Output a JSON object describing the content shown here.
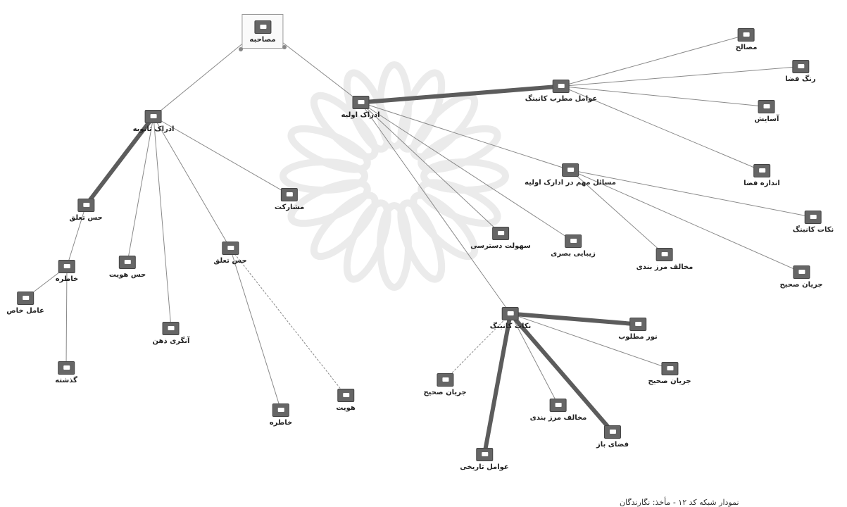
{
  "caption": "نمودار شبکه کد ۱۲ - مأخذ: نگارندگان",
  "colors": {
    "edge_thin": "#8a8a8a",
    "edge_thick": "#5c5c5c",
    "node_icon": "#666666",
    "watermark": "#dcdcdc"
  },
  "nodes": {
    "root": {
      "label": "مصاحبه",
      "icon": "node-icon"
    },
    "secondary": {
      "label": "ادراک ثانویه",
      "icon": "node-icon"
    },
    "primary": {
      "label": "ادراک اولیه",
      "icon": "node-icon"
    },
    "attract": {
      "label": "عوامل مطرب کانبنگ",
      "icon": "node-icon"
    },
    "materials": {
      "label": "مصالح",
      "icon": "node-icon"
    },
    "space_color": {
      "label": "رنگ فضا",
      "icon": "node-icon"
    },
    "comfort": {
      "label": "آسایش",
      "icon": "node-icon"
    },
    "space_size": {
      "label": "اندازه فضا",
      "icon": "node-icon"
    },
    "important": {
      "label": "مسائل مهم در ادارک اولیه",
      "icon": "node-icon"
    },
    "kanbang_points": {
      "label": "نکات کانبنگ",
      "icon": "node-icon"
    },
    "soft_flow": {
      "label": "جریان صحیح",
      "icon": "node-icon"
    },
    "border_violation": {
      "label": "مخالف مرز بندی",
      "icon": "node-icon"
    },
    "access": {
      "label": "سهولت دسترسی",
      "icon": "node-icon"
    },
    "visual_beauty": {
      "label": "زیبایی بصری",
      "icon": "node-icon"
    },
    "participation": {
      "label": "مشارکت",
      "icon": "node-icon"
    },
    "belonging_a": {
      "label": "حس تعلق",
      "icon": "node-icon"
    },
    "memory_a": {
      "label": "خاطره",
      "icon": "node-icon"
    },
    "special_event": {
      "label": "عامل خاص",
      "icon": "node-icon"
    },
    "past": {
      "label": "گذشته",
      "icon": "node-icon"
    },
    "identity_sense": {
      "label": "حس هویت",
      "icon": "node-icon"
    },
    "nostalgia": {
      "label": "آنگری ذهن",
      "icon": "node-icon"
    },
    "belonging_b": {
      "label": "حس تعلق",
      "icon": "node-icon"
    },
    "memory_b": {
      "label": "خاطره",
      "icon": "node-icon"
    },
    "identity": {
      "label": "هویت",
      "icon": "node-icon"
    },
    "kanbang_points2": {
      "label": "نکات کانبنگ",
      "icon": "node-icon"
    },
    "light": {
      "label": "نور مطلوب",
      "icon": "node-icon"
    },
    "soft_flow2": {
      "label": "جریان صحیح",
      "icon": "node-icon"
    },
    "soft_flow3": {
      "label": "جریان صحیح",
      "icon": "node-icon"
    },
    "border_violation2": {
      "label": "مخالف مرز بندی",
      "icon": "node-icon"
    },
    "open_space": {
      "label": "فضای باز",
      "icon": "node-icon"
    },
    "historic": {
      "label": "عوامل تاریخی",
      "icon": "node-icon"
    }
  },
  "edges": [
    [
      "root",
      "secondary",
      "thin"
    ],
    [
      "root",
      "primary",
      "thin"
    ],
    [
      "primary",
      "attract",
      "thick"
    ],
    [
      "attract",
      "materials",
      "thin"
    ],
    [
      "attract",
      "space_color",
      "thin"
    ],
    [
      "attract",
      "comfort",
      "thin"
    ],
    [
      "attract",
      "space_size",
      "thin"
    ],
    [
      "primary",
      "important",
      "thin"
    ],
    [
      "important",
      "kanbang_points",
      "thin"
    ],
    [
      "important",
      "soft_flow",
      "thin"
    ],
    [
      "important",
      "border_violation",
      "thin"
    ],
    [
      "primary",
      "access",
      "thin"
    ],
    [
      "primary",
      "visual_beauty",
      "thin"
    ],
    [
      "primary",
      "kanbang_points2",
      "thin"
    ],
    [
      "secondary",
      "participation",
      "thin"
    ],
    [
      "secondary",
      "belonging_a",
      "thick"
    ],
    [
      "secondary",
      "identity_sense",
      "thin"
    ],
    [
      "secondary",
      "nostalgia",
      "thin"
    ],
    [
      "secondary",
      "belonging_b",
      "thin"
    ],
    [
      "belonging_a",
      "memory_a",
      "thin"
    ],
    [
      "memory_a",
      "special_event",
      "thin"
    ],
    [
      "memory_a",
      "past",
      "thin"
    ],
    [
      "belonging_b",
      "memory_b",
      "thin"
    ],
    [
      "belonging_b",
      "identity",
      "dashed"
    ],
    [
      "kanbang_points2",
      "light",
      "thick"
    ],
    [
      "kanbang_points2",
      "soft_flow2",
      "thin"
    ],
    [
      "kanbang_points2",
      "soft_flow3",
      "dashed"
    ],
    [
      "kanbang_points2",
      "border_violation2",
      "thin"
    ],
    [
      "kanbang_points2",
      "open_space",
      "thick"
    ],
    [
      "kanbang_points2",
      "historic",
      "thick"
    ]
  ]
}
